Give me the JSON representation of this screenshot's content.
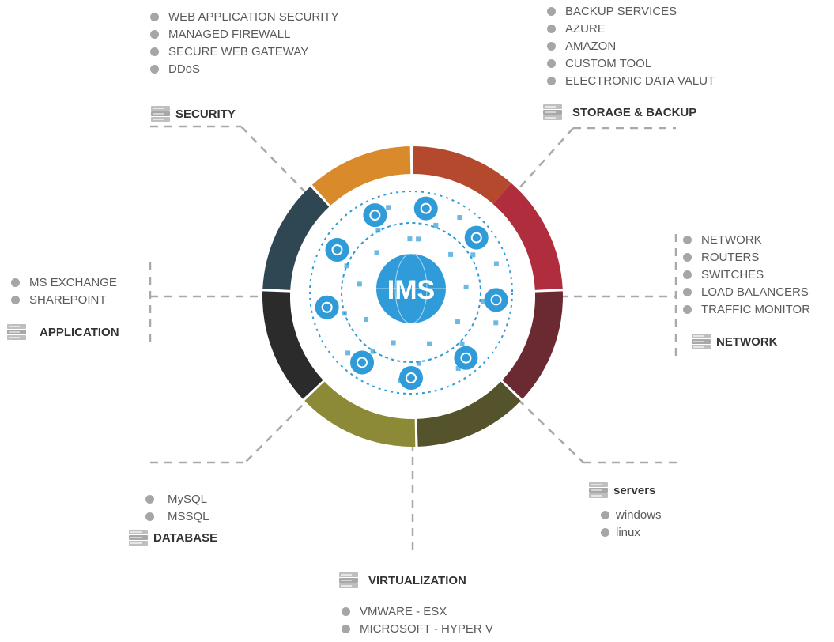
{
  "center": {
    "label": "IMS"
  },
  "colors": {
    "security": "#d98a2b",
    "storage": "#b5492e",
    "network": "#b02d3d",
    "servers": "#6b2a32",
    "virtualization": "#55532b",
    "database": "#8d8a37",
    "application_dark": "#2b2b2b",
    "application_slate": "#2f4653",
    "center_blue": "#2f9bd8",
    "bullet": "#a6a6a6",
    "dash": "#a9a9a9"
  },
  "groups": {
    "security": {
      "title": "SECURITY",
      "items": [
        "WEB APPLICATION SECURITY",
        "MANAGED FIREWALL",
        "SECURE WEB GATEWAY",
        "DDoS"
      ]
    },
    "storage": {
      "title": "STORAGE & BACKUP",
      "items": [
        "BACKUP SERVICES",
        "AZURE",
        "AMAZON",
        "CUSTOM TOOL",
        "ELECTRONIC DATA VALUT"
      ]
    },
    "network": {
      "title": "NETWORK",
      "items": [
        "NETWORK",
        "ROUTERS",
        "SWITCHES",
        "LOAD BALANCERS",
        "TRAFFIC MONITOR"
      ]
    },
    "servers": {
      "title": "servers",
      "items": [
        "windows",
        "linux"
      ]
    },
    "virtualization": {
      "title": "VIRTUALIZATION",
      "items": [
        "VMWARE - ESX",
        "MICROSOFT - HYPER V"
      ]
    },
    "database": {
      "title": "DATABASE",
      "items": [
        "MySQL",
        "MSSQL"
      ]
    },
    "application": {
      "title": "APPLICATION",
      "items": [
        "MS EXCHANGE",
        "SHAREPOINT"
      ]
    }
  }
}
